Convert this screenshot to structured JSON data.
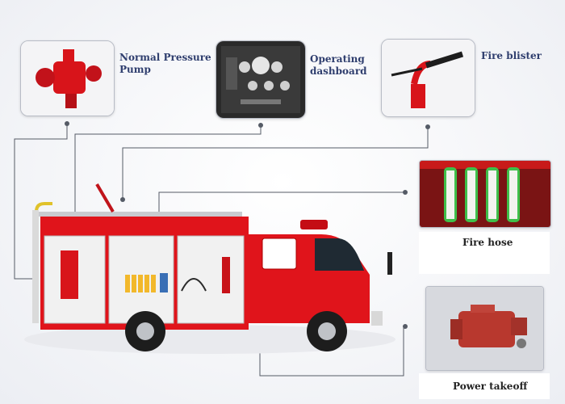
{
  "title": "",
  "components": {
    "pump": {
      "label_line1": "Normal Pressure",
      "label_line2": "Pump",
      "icon": "pump-photo"
    },
    "dashboard": {
      "label_line1": "Operating",
      "label_line2": "dashboard",
      "icon": "dashboard-photo"
    },
    "blister": {
      "label": "Fire blister",
      "icon": "monitor-photo"
    },
    "hose": {
      "label": "Fire hose",
      "icon": "hose-photo"
    },
    "pto": {
      "label": "Power takeoff",
      "icon": "gearbox-photo"
    }
  },
  "colors": {
    "truck_red": "#e0141b",
    "label_blue": "#2f3e6e",
    "connector": "#555b66"
  }
}
